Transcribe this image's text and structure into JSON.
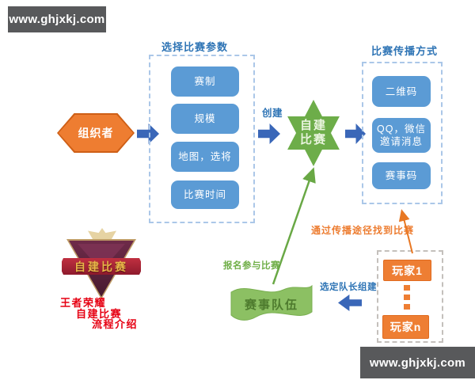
{
  "watermark": {
    "site": "www.ghjxkj.com"
  },
  "flow": {
    "organizer": "组织者",
    "create_label": "创建",
    "match_node": {
      "line1": "自建",
      "line2": "比赛"
    },
    "params": {
      "title": "选择比赛参数",
      "items": [
        "赛制",
        "规模",
        "地图，选将",
        "比赛时间"
      ]
    },
    "spread": {
      "title": "比赛传播方式",
      "items": [
        "二维码",
        "QQ，微信 邀请消息",
        "赛事码"
      ]
    },
    "players": {
      "first": "玩家1",
      "last": "玩家n",
      "ellipsis_icon": "vertical-dots-icon"
    },
    "team": "赛事队伍",
    "edge_labels": {
      "find_match": "通过传播途径找到比赛",
      "signup": "报名参与比赛",
      "form_team": "选定队长组建"
    }
  },
  "badge": {
    "banner": "自建比赛",
    "caption": [
      "王者荣耀",
      "自建比赛",
      "流程介绍"
    ]
  },
  "colors": {
    "blue_node": "#5B9BD5",
    "orange_node": "#EE7D31",
    "green_star": "#6DAD49",
    "green_ribbon": "#8CC063",
    "arrow_blue": "#3A67B8",
    "arrow_green": "#69A845",
    "arrow_orange": "#E87722",
    "label_blue": "#2E74B5",
    "label_orange": "#ED7D31",
    "label_green": "#6FAE47",
    "banner_gray": "#58595B",
    "caption_red": "#E60012"
  }
}
